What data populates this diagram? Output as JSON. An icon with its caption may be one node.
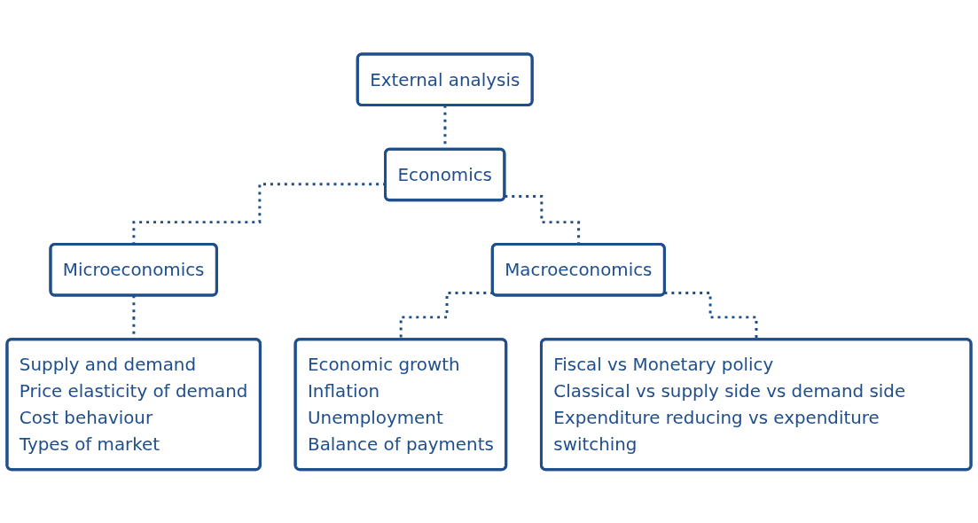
{
  "diagram": {
    "nodes": [
      {
        "text": [
          "External analysis"
        ]
      },
      {
        "text": [
          "Economics"
        ]
      },
      {
        "text": [
          "Microeconomics"
        ]
      },
      {
        "text": [
          "Macroeconomics"
        ]
      },
      {
        "text": [
          "Supply and demand",
          "Price elasticity of demand",
          "Cost behaviour",
          "Types of market"
        ]
      },
      {
        "text": [
          "Economic growth",
          "Inflation",
          "Unemployment",
          "Balance of payments"
        ]
      },
      {
        "text": [
          "Fiscal vs Monetary policy",
          "Classical vs supply side vs demand side",
          "Expenditure reducing vs expenditure switching"
        ]
      }
    ],
    "edges": [
      {
        "from": 0,
        "to": 1,
        "arrow": "none",
        "style": "dashed"
      },
      {
        "from": 1,
        "to": 2,
        "arrow": "none",
        "style": "dashed"
      },
      {
        "from": 1,
        "to": 3,
        "arrow": "none",
        "style": "dashed"
      },
      {
        "from": 2,
        "to": 4,
        "arrow": "none",
        "style": "dashed"
      },
      {
        "from": 3,
        "to": 5,
        "arrow": "none",
        "style": "dashed"
      },
      {
        "from": 3,
        "to": 6,
        "arrow": "none",
        "style": "dashed"
      }
    ]
  }
}
